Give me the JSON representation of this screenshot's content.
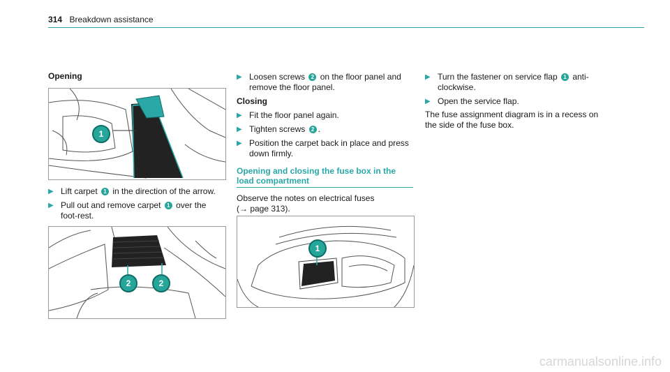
{
  "header": {
    "page_number": "314",
    "title": "Breakdown assistance"
  },
  "col1": {
    "heading": "Opening",
    "steps": [
      {
        "pre": "Lift carpet ",
        "badge": "1",
        "post": " in the direction of the arrow."
      },
      {
        "pre": "Pull out and remove carpet ",
        "badge": "1",
        "post": " over the foot-rest."
      }
    ],
    "fig1_callout": "1",
    "fig2_callouts": [
      "2",
      "2"
    ]
  },
  "col2": {
    "step_loosen": {
      "pre": "Loosen screws ",
      "badge": "2",
      "post": " on the floor panel and remove the floor panel."
    },
    "closing_heading": "Closing",
    "closing_steps": [
      {
        "pre": "Fit the floor panel again.",
        "badge": "",
        "post": ""
      },
      {
        "pre": "Tighten screws ",
        "badge": "2",
        "post": "."
      },
      {
        "pre": "Position the carpet back in place and press down firmly.",
        "badge": "",
        "post": ""
      }
    ],
    "section_heading": "Opening and closing the fuse box in the load compartment",
    "observe_text": "Observe the notes on electrical fuses",
    "observe_ref": "(→ page 313).",
    "fig3_callout": "1"
  },
  "col3": {
    "steps": [
      {
        "pre": "Turn the fastener on service flap ",
        "badge": "1",
        "post": " anti-clockwise."
      },
      {
        "pre": "Open the service flap.",
        "badge": "",
        "post": ""
      }
    ],
    "note": "The fuse assignment diagram is in a recess on the side of the fuse box."
  },
  "footer": {
    "watermark": "carmanualsonline.info"
  },
  "colors": {
    "accent": "#2aa7a7",
    "callout": "#26a69a"
  },
  "icons": {
    "step_arrow": "triangle-right-icon"
  }
}
